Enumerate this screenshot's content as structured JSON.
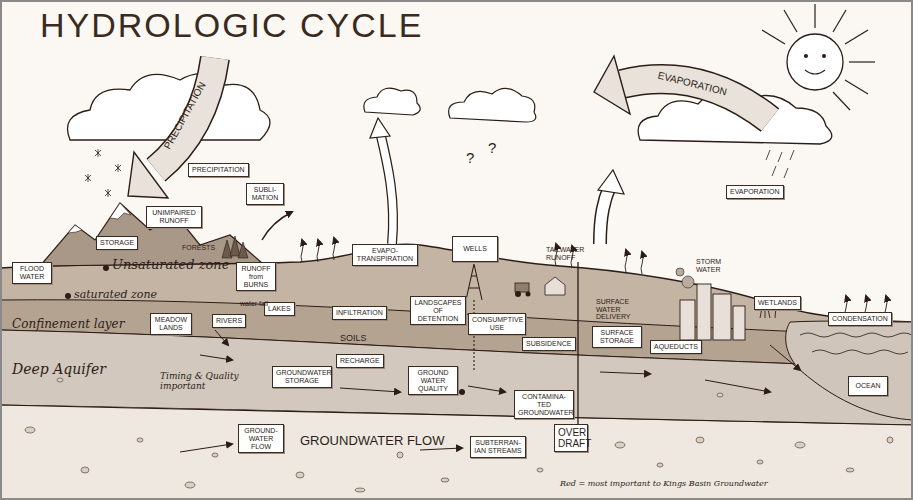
{
  "diagram": {
    "title": "HYDROLOGIC CYCLE",
    "nodes": [
      {
        "text": [
          "PRECIPITATION"
        ]
      },
      {
        "text": [
          "SUBLI- MATION"
        ]
      },
      {
        "text": [
          "EVAPORATION"
        ]
      },
      {
        "text": [
          "UNIMPAIRED RUNOFF"
        ]
      },
      {
        "text": [
          "STORAGE"
        ]
      },
      {
        "text": [
          "EVAPO- TRANSPIRATION"
        ]
      },
      {
        "text": [
          "WELLS"
        ]
      },
      {
        "text": [
          "FLOOD WATER"
        ]
      },
      {
        "text": [
          "RUNOFF from BURNS"
        ]
      },
      {
        "text": [
          "MEADOW LANDS"
        ]
      },
      {
        "text": [
          "RIVERS"
        ]
      },
      {
        "text": [
          "LAKES"
        ]
      },
      {
        "text": [
          "INFILTRATION"
        ]
      },
      {
        "text": [
          "LANDSCAPES OF DETENTION"
        ]
      },
      {
        "text": [
          "CONSUMPTIVE USE"
        ]
      },
      {
        "text": [
          "SUBSIDENCE"
        ]
      },
      {
        "text": [
          "SURFACE STORAGE"
        ]
      },
      {
        "text": [
          "AQUEDUCTS"
        ]
      },
      {
        "text": [
          "WETLANDS"
        ]
      },
      {
        "text": [
          "CONDENSATION"
        ]
      },
      {
        "text": [
          "RECHARGE"
        ]
      },
      {
        "text": [
          "GROUNDWATER STORAGE"
        ]
      },
      {
        "text": [
          "GROUND WATER QUALITY"
        ]
      },
      {
        "text": [
          "OCEAN"
        ]
      },
      {
        "text": [
          "CONTAMINA- TED GROUNDWATER"
        ]
      },
      {
        "text": [
          "OVER DRAFT"
        ]
      },
      {
        "text": [
          "GROUND- WATER FLOW"
        ]
      },
      {
        "text": [
          "SUBTERRAN- IAN STREAMS"
        ]
      }
    ],
    "labels": [
      "PRECIPITATION",
      "EVAPORATION",
      "?",
      "?",
      "FORESTS",
      "Unsaturated zone",
      "saturated zone",
      "water fall",
      "TAILWATER RUNOFF",
      "STORM WATER",
      "SURFACE WATER DELIVERY",
      "Confinement layer",
      "SOILS",
      "Deep Aquifer",
      "Timing & Quality important",
      "GROUNDWATER FLOW",
      "Red = most important to Kings Basin Groundwater"
    ]
  }
}
